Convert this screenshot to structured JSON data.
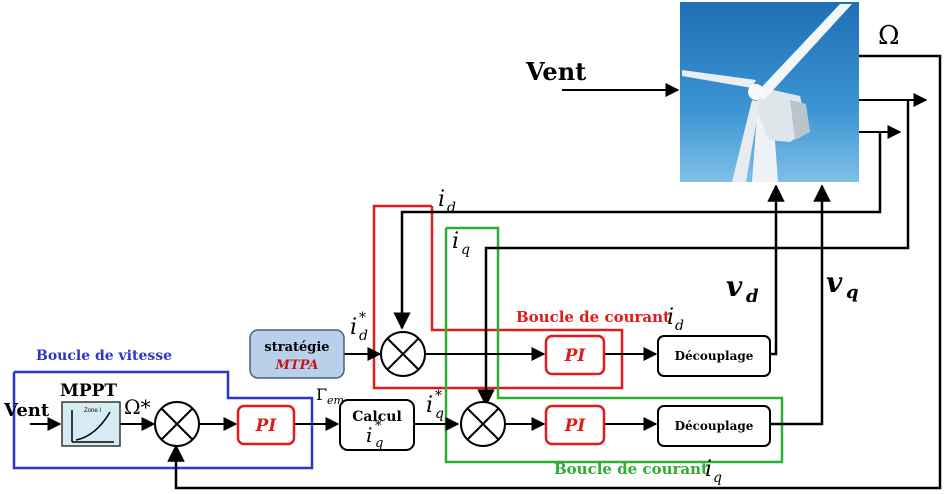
{
  "labels": {
    "vent_top": "Vent",
    "omega_out": "Ω",
    "id_top": "i",
    "id_top_sub": "d",
    "iq_top": "i",
    "iq_top_sub": "q",
    "vd": "v",
    "vd_sub": "d",
    "vq": "v",
    "vq_sub": "q",
    "loop_id": "Boucle de courant",
    "loop_id_sym": "i",
    "loop_id_sub": "d",
    "loop_iq": "Boucle de courant",
    "loop_iq_sym": "i",
    "loop_iq_sub": "q",
    "loop_speed": "Boucle de vitesse",
    "mppt": "MPPT",
    "mppt_zone": "Zone I",
    "vent_left": "Vent",
    "omega_ref": "Ω*",
    "gamma_em": "Γ",
    "gamma_em_sub": "em",
    "id_ref": "i",
    "id_ref_sub": "d",
    "id_ref_sup": "*",
    "iq_ref": "i",
    "iq_ref_sub": "q",
    "iq_ref_sup": "*",
    "mtpa_line1": "stratégie",
    "mtpa_line2": "MTPA",
    "pi1": "PI",
    "pi2": "PI",
    "pi3": "PI",
    "calcul": "Calcul",
    "calcul_sym": "i",
    "calcul_sub": "q",
    "calcul_sup": "*",
    "decouplage1": "Découplage",
    "decouplage2": "Découplage"
  },
  "colors": {
    "red": "#e01b1b",
    "green": "#2eae35",
    "blue": "#2b36c8",
    "black": "#000000",
    "sky": "#2a86c8",
    "mtpa_fill": "#b8d0ea",
    "mppt_fill": "#d6ecf4"
  },
  "icons": [
    "wind-turbine-image",
    "mppt-curve-icon",
    "summing-junction"
  ]
}
